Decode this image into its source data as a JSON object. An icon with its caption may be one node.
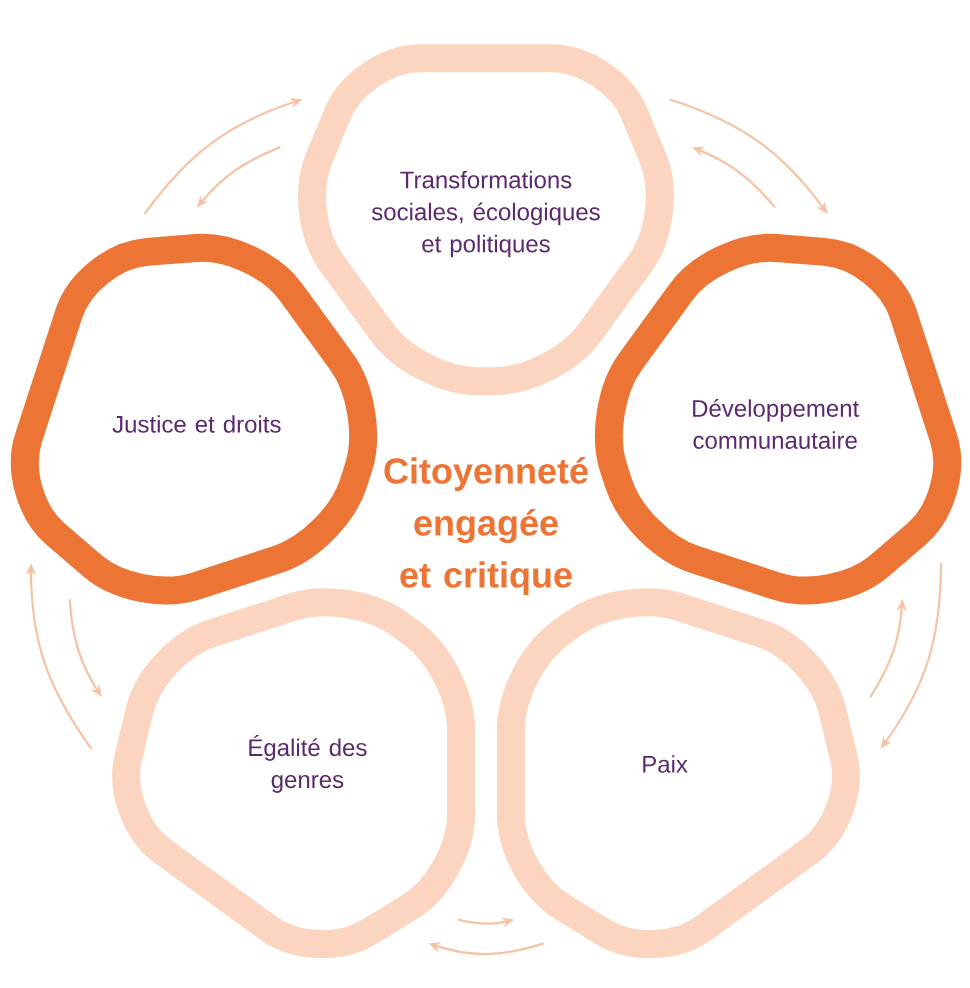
{
  "diagram": {
    "nodes": [
      {
        "text": [
          "Transformations sociales, écologiques et politiques"
        ]
      },
      {
        "text": [
          "Justice et droits"
        ]
      },
      {
        "text": [
          "Développement communautaire"
        ]
      },
      {
        "text": [
          "Égalité des genres"
        ]
      },
      {
        "text": [
          "Paix"
        ]
      }
    ],
    "edges": [
      {
        "from": 1,
        "to": 0,
        "arrow": "to"
      },
      {
        "from": 0,
        "to": 1,
        "arrow": "to"
      },
      {
        "from": 0,
        "to": 2,
        "arrow": "to"
      },
      {
        "from": 2,
        "to": 0,
        "arrow": "to"
      },
      {
        "from": 2,
        "to": 4,
        "arrow": "to"
      },
      {
        "from": 4,
        "to": 2,
        "arrow": "to"
      },
      {
        "from": 4,
        "to": 3,
        "arrow": "to"
      },
      {
        "from": 3,
        "to": 4,
        "arrow": "to"
      },
      {
        "from": 3,
        "to": 1,
        "arrow": "to"
      },
      {
        "from": 1,
        "to": 3,
        "arrow": "to"
      }
    ],
    "labels": [
      "Citoyenneté engagée et critique"
    ]
  }
}
